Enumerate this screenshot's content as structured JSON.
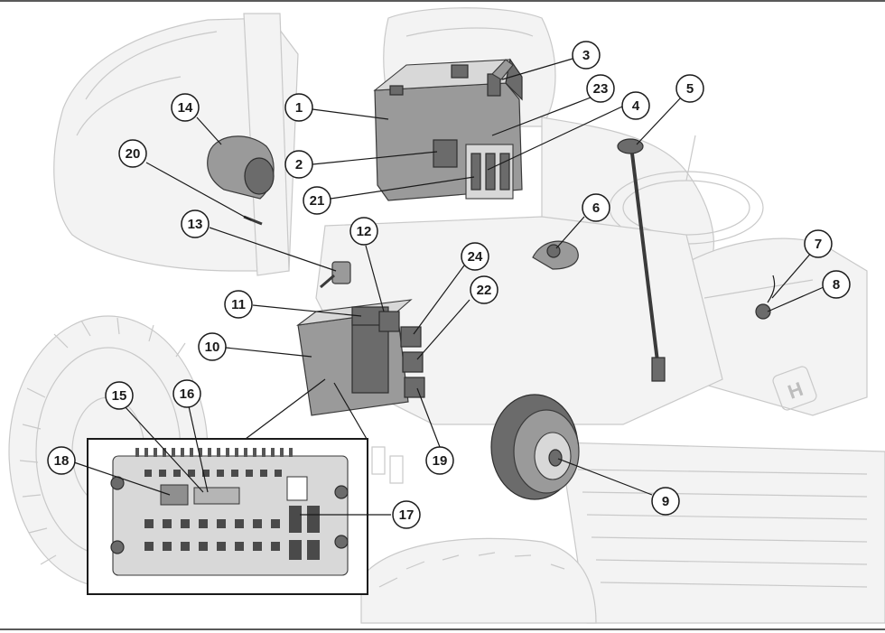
{
  "diagram": {
    "callouts": [
      {
        "id": "c1",
        "label": "1"
      },
      {
        "id": "c2",
        "label": "2"
      },
      {
        "id": "c3",
        "label": "3"
      },
      {
        "id": "c4",
        "label": "4"
      },
      {
        "id": "c5",
        "label": "5"
      },
      {
        "id": "c6",
        "label": "6"
      },
      {
        "id": "c7",
        "label": "7"
      },
      {
        "id": "c8",
        "label": "8"
      },
      {
        "id": "c9",
        "label": "9"
      },
      {
        "id": "c10",
        "label": "10"
      },
      {
        "id": "c11",
        "label": "11"
      },
      {
        "id": "c12",
        "label": "12"
      },
      {
        "id": "c13",
        "label": "13"
      },
      {
        "id": "c14",
        "label": "14"
      },
      {
        "id": "c15",
        "label": "15"
      },
      {
        "id": "c16",
        "label": "16"
      },
      {
        "id": "c17",
        "label": "17"
      },
      {
        "id": "c18",
        "label": "18"
      },
      {
        "id": "c19",
        "label": "19"
      },
      {
        "id": "c20",
        "label": "20"
      },
      {
        "id": "c21",
        "label": "21"
      },
      {
        "id": "c22",
        "label": "22"
      },
      {
        "id": "c23",
        "label": "23"
      },
      {
        "id": "c24",
        "label": "24"
      }
    ],
    "colors": {
      "ink": "#1a1a1a",
      "ghost": "#c9c9c9",
      "part": "#9a9a9a",
      "part_dark": "#6b6b6b",
      "background": "#ffffff"
    },
    "brand_mark": "H"
  }
}
